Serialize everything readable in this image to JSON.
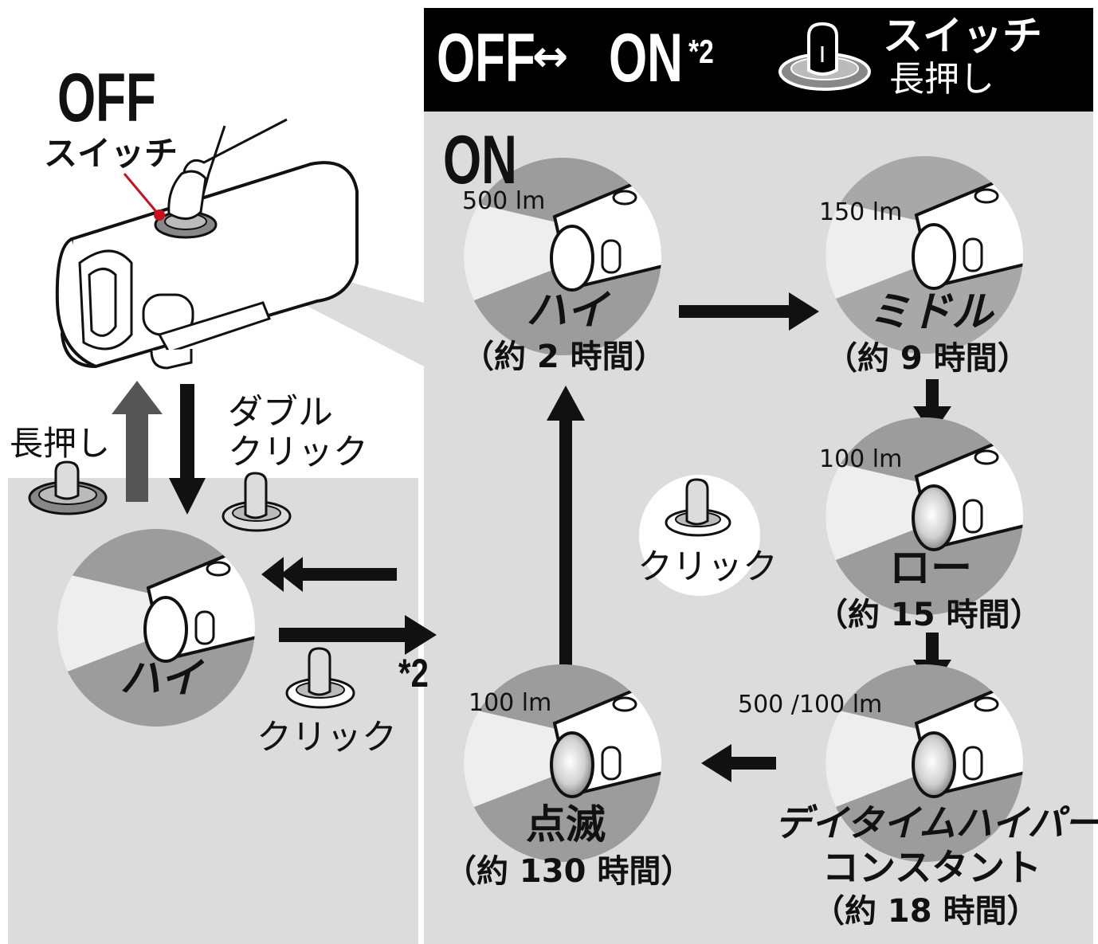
{
  "header": {
    "title_off": "OFF",
    "title_arrow": "↔",
    "title_on": "ON",
    "title_note": "*2",
    "switch_label": "スイッチ",
    "long_press_label": "長押し"
  },
  "off_panel": {
    "title": "OFF",
    "switch_callout": "スイッチ",
    "long_press_label": "長押し",
    "double_click_line1": "ダブル",
    "double_click_line2": "クリック",
    "high_mode": "ハイ",
    "click_label": "クリック",
    "note": "*2"
  },
  "on_panel": {
    "title": "ON",
    "center_click_label": "クリック",
    "modes": [
      {
        "id": "high",
        "lumen": "500 lm",
        "name": "ハイ",
        "runtime": "（約 2 時間）"
      },
      {
        "id": "middle",
        "lumen": "150 lm",
        "name": "ミドル",
        "runtime": "（約 9 時間）"
      },
      {
        "id": "low",
        "lumen": "100 lm",
        "name": "ロー",
        "runtime": "（約 15 時間）"
      },
      {
        "id": "daytime",
        "lumen": "500 /100 lm",
        "name_line1": "デイタイムハイパー",
        "name_line2": "コンスタント",
        "runtime": "（約 18 時間）"
      },
      {
        "id": "flash",
        "lumen": "100 lm",
        "name": "点滅",
        "runtime": "（約 130 時間）"
      }
    ]
  },
  "colors": {
    "panel_gray": "#dcdcdc",
    "header_black": "#000000",
    "indicator_red": "#c8101e",
    "arrow_black": "#111111",
    "arrow_gray": "#555555"
  }
}
